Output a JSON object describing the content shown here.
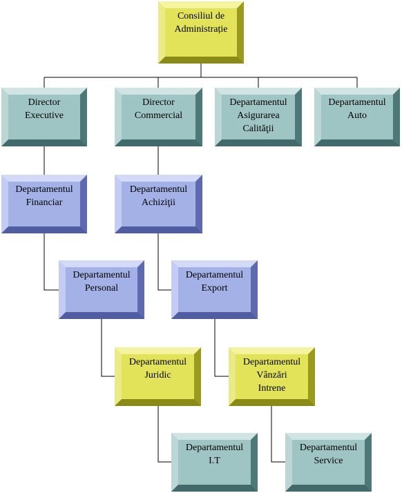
{
  "nodes": {
    "consiliu": [
      "Consiliul de",
      "Administrație"
    ],
    "director_executive": [
      "Director",
      "Executive"
    ],
    "director_commercial": [
      "Director",
      "Commercial"
    ],
    "asigurarea_calitatii": [
      "Departamentul",
      "Asigurarea",
      "Calităţii"
    ],
    "auto": [
      "Departamentul",
      "Auto"
    ],
    "financiar": [
      "Departamentul",
      "Financiar"
    ],
    "achizitii": [
      "Departamentul",
      "Achiziţii"
    ],
    "personal": [
      "Departamentul",
      "Personal"
    ],
    "export": [
      "Departamentul",
      "Export"
    ],
    "juridic": [
      "Departamentul",
      "Juridic"
    ],
    "vanzari_intrene": [
      "Departamentul",
      "Vânzări",
      "Intrene"
    ],
    "it": [
      "Departamentul",
      "I.T"
    ],
    "service": [
      "Departamentul",
      "Service"
    ]
  },
  "colors": {
    "top_level": "#e3e35a",
    "directors": "#9fc4c4",
    "second_level": "#a3b1e7",
    "third_level": "#a3b1e7",
    "fourth_level": "#e3e35a",
    "fifth_level": "#9fc4c4",
    "connector": "#000000"
  }
}
